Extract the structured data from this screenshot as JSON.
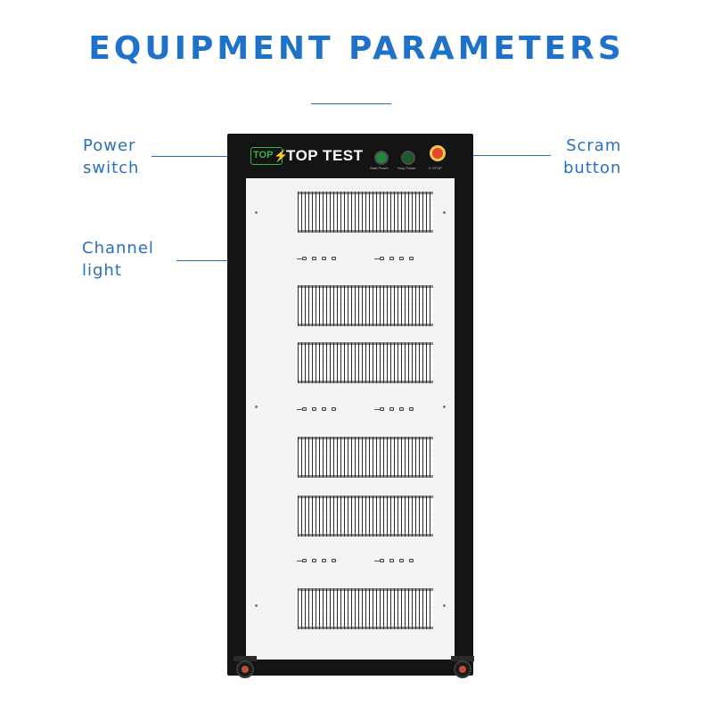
{
  "header": {
    "title": "EQUIPMENT PARAMETERS"
  },
  "callouts": {
    "power_switch": {
      "line1": "Power",
      "line2": "switch"
    },
    "channel_light": {
      "line1": "Channel",
      "line2": "light"
    },
    "scram_button": {
      "line1": "Scram",
      "line2": "button"
    }
  },
  "cabinet": {
    "brand_badge": "TOP",
    "brand_name": "TOP TEST",
    "knob_labels": [
      "Start Power",
      "Stop Power",
      "E-STOP"
    ]
  },
  "colors": {
    "accent_blue": "#1f72c9",
    "callout_blue": "#2a6fba",
    "brand_green": "#35b34a",
    "estop_red": "#e8442e",
    "cabinet_black": "#141414"
  },
  "icons": [
    "power-switch-icon",
    "power-stop-icon",
    "emergency-stop-icon",
    "lightning-bolt-icon"
  ]
}
